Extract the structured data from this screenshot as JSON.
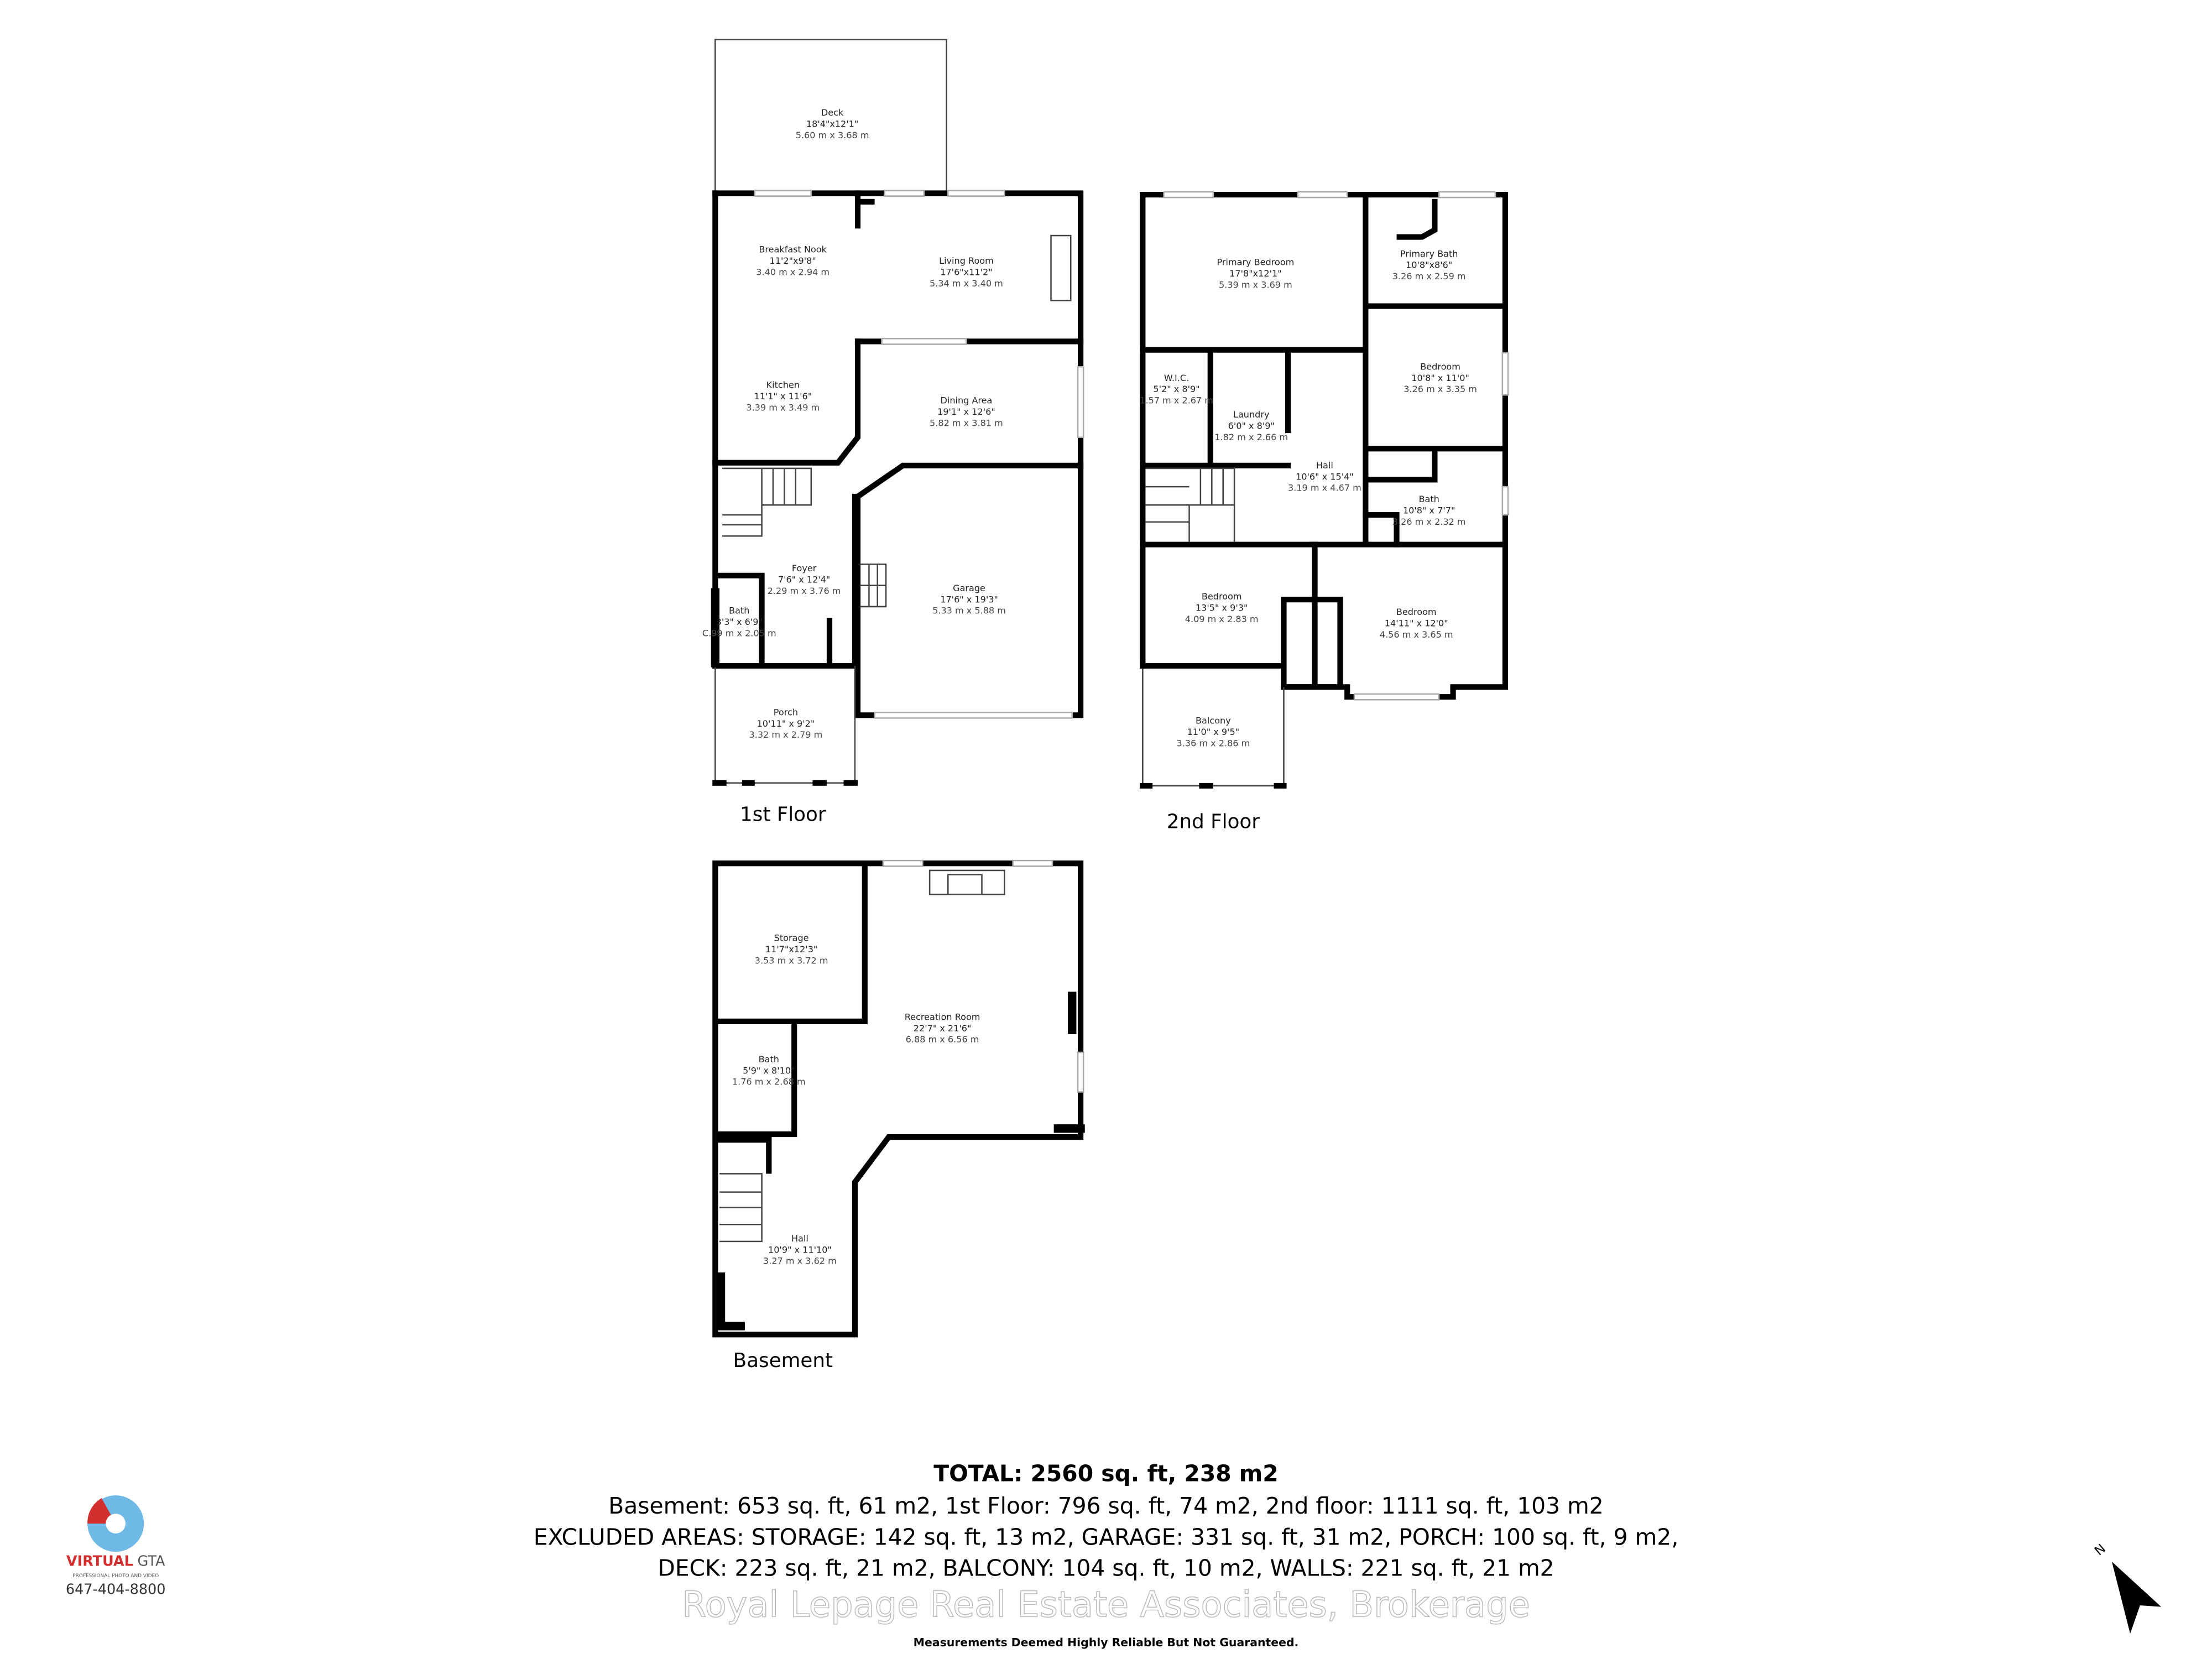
{
  "floors": {
    "first": {
      "label": "1st Floor",
      "rooms": [
        {
          "name": "Deck",
          "imperial": "18'4\"x12'1\"",
          "metric": "5.60 m x 3.68 m"
        },
        {
          "name": "Breakfast Nook",
          "imperial": "11'2\"x9'8\"",
          "metric": "3.40 m x 2.94 m"
        },
        {
          "name": "Living Room",
          "imperial": "17'6\"x11'2\"",
          "metric": "5.34 m x 3.40 m"
        },
        {
          "name": "Kitchen",
          "imperial": "11'1\" x 11'6\"",
          "metric": "3.39 m x 3.49 m"
        },
        {
          "name": "Dining Area",
          "imperial": "19'1\" x 12'6\"",
          "metric": "5.82 m x 3.81 m"
        },
        {
          "name": "Foyer",
          "imperial": "7'6\" x 12'4\"",
          "metric": "2.29 m x 3.76 m"
        },
        {
          "name": "Garage",
          "imperial": "17'6\" x 19'3\"",
          "metric": "5.33 m x 5.88 m"
        },
        {
          "name": "Bath",
          "imperial": "3'3\" x 6'9\"",
          "metric": "C.99 m x 2.05 m"
        },
        {
          "name": "Porch",
          "imperial": "10'11\" x 9'2\"",
          "metric": "3.32 m x 2.79 m"
        }
      ]
    },
    "second": {
      "label": "2nd Floor",
      "rooms": [
        {
          "name": "Primary Bedroom",
          "imperial": "17'8\"x12'1\"",
          "metric": "5.39 m x 3.69 m"
        },
        {
          "name": "Primary Bath",
          "imperial": "10'8\"x8'6\"",
          "metric": "3.26 m x 2.59 m"
        },
        {
          "name": "Bedroom",
          "imperial": "10'8\" x 11'0\"",
          "metric": "3.26 m x 3.35 m"
        },
        {
          "name": "W.I.C.",
          "imperial": "5'2\" x 8'9\"",
          "metric": "1.57 m x 2.67 m"
        },
        {
          "name": "Laundry",
          "imperial": "6'0\" x 8'9\"",
          "metric": "1.82 m x 2.66 m"
        },
        {
          "name": "Hall",
          "imperial": "10'6\" x 15'4\"",
          "metric": "3.19 m x 4.67 m"
        },
        {
          "name": "Bath",
          "imperial": "10'8\" x 7'7\"",
          "metric": "3.26 m x 2.32 m"
        },
        {
          "name": "Bedroom",
          "imperial": "13'5\" x 9'3\"",
          "metric": "4.09 m x 2.83 m"
        },
        {
          "name": "Bedroom",
          "imperial": "14'11\" x 12'0\"",
          "metric": "4.56 m x 3.65 m"
        },
        {
          "name": "Balcony",
          "imperial": "11'0\" x 9'5\"",
          "metric": "3.36 m x 2.86 m"
        }
      ]
    },
    "basement": {
      "label": "Basement",
      "rooms": [
        {
          "name": "Storage",
          "imperial": "11'7\"x12'3\"",
          "metric": "3.53 m x 3.72 m"
        },
        {
          "name": "Recreation Room",
          "imperial": "22'7\" x 21'6\"",
          "metric": "6.88 m x 6.56 m"
        },
        {
          "name": "Bath",
          "imperial": "5'9\" x 8'10\"",
          "metric": "1.76 m x 2.68 m"
        },
        {
          "name": "Hall",
          "imperial": "10'9\" x 11'10\"",
          "metric": "3.27 m x 3.62 m"
        }
      ]
    }
  },
  "summary": {
    "total": "TOTAL: 2560 sq. ft, 238 m2",
    "line1": "Basement: 653 sq. ft, 61 m2, 1st Floor: 796 sq. ft, 74 m2, 2nd floor: 1111  sq. ft, 103 m2",
    "line2": "EXCLUDED AREAS: STORAGE: 142 sq. ft, 13 m2, GARAGE: 331  sq. ft, 31 m2, PORCH: 100 sq. ft, 9 m2,",
    "line3": "DECK: 223 sq. ft, 21 m2, BALCONY: 104 sq. ft, 10 m2, WALLS: 221  sq. ft, 21 m2"
  },
  "watermark": "Royal Lepage Real Estate Associates, Brokerage",
  "disclaimer": "Measurements Deemed Highly Reliable But Not Guaranteed.",
  "logo": {
    "brand_a": "VIRTUAL",
    "brand_b": "GTA",
    "tagline": "PROFESSIONAL PHOTO AND VIDEO",
    "phone": "647-404-8800"
  },
  "compass": {
    "label": "N"
  },
  "colors": {
    "logo_red": "#d32f2f",
    "logo_blue": "#6fb9e6"
  }
}
